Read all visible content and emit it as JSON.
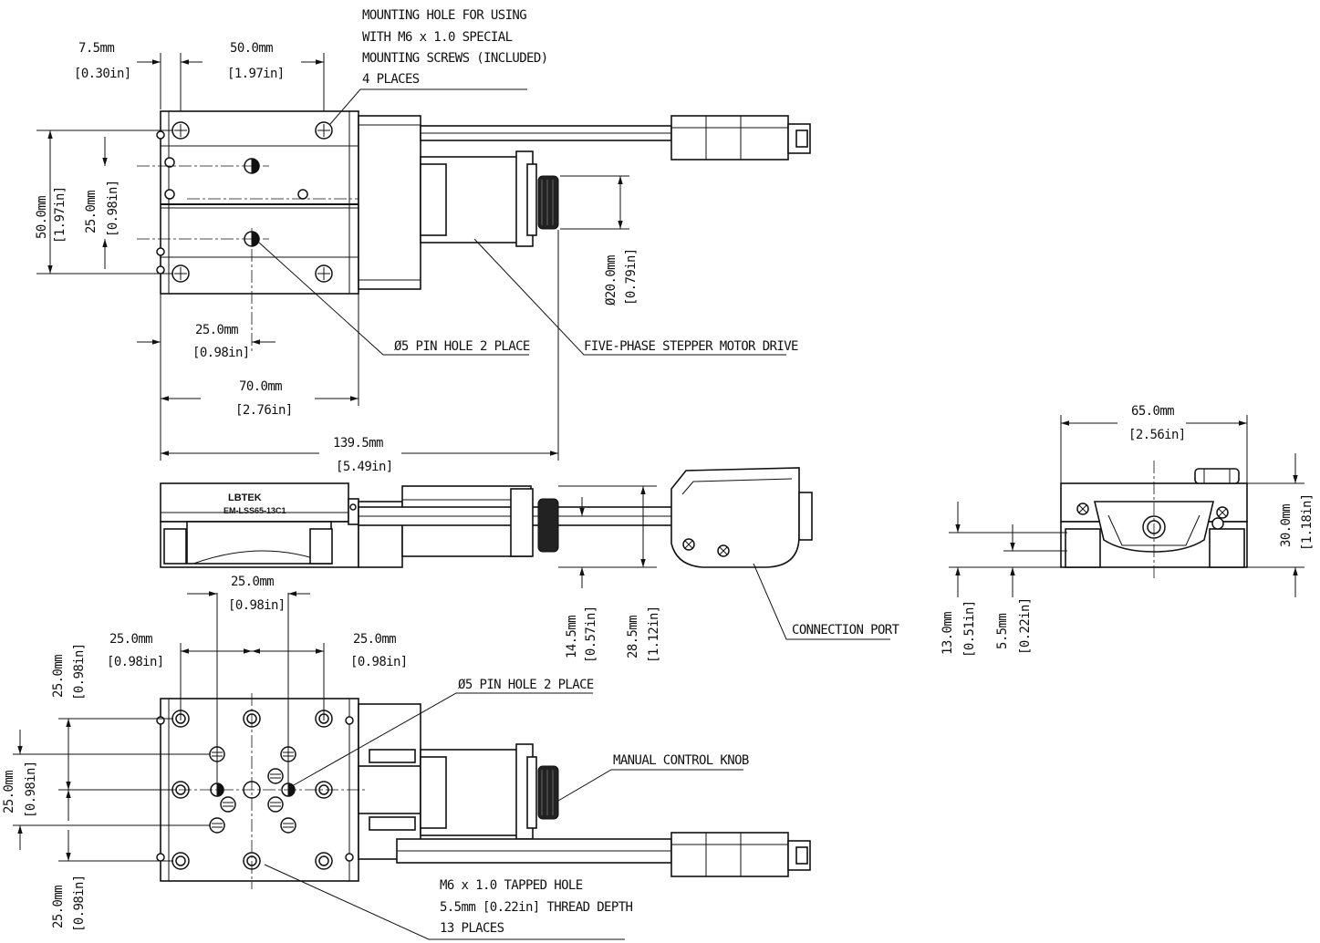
{
  "annotations": {
    "mount_hole_1": "MOUNTING HOLE FOR USING",
    "mount_hole_2": "WITH M6 x 1.0 SPECIAL",
    "mount_hole_3": "MOUNTING SCREWS (INCLUDED)",
    "mount_hole_4": "4 PLACES",
    "pin_hole_top": "Ø5 PIN HOLE 2 PLACE",
    "motor_drive": "FIVE-PHASE STEPPER MOTOR DRIVE",
    "connection_port": "CONNECTION PORT",
    "pin_hole_bottom": "Ø5 PIN HOLE 2 PLACE",
    "manual_knob": "MANUAL CONTROL KNOB",
    "tapped_1": "M6 x 1.0 TAPPED HOLE",
    "tapped_2": "5.5mm [0.22in] THREAD DEPTH",
    "tapped_3": "13 PLACES"
  },
  "product": {
    "brand": "LBTEK",
    "model": "EM-LSS65-13C1"
  },
  "dimensions": {
    "top_7_5_mm": "7.5mm",
    "top_7_5_in": "[0.30in]",
    "top_50_mm": "50.0mm",
    "top_50_in": "[1.97in]",
    "left_50_mm": "50.0mm",
    "left_50_in": "[1.97in]",
    "left_25_mm": "25.0mm",
    "left_25_in": "[0.98in]",
    "mid_25_mm": "25.0mm",
    "mid_25_in": "[0.98in]",
    "width_70_mm": "70.0mm",
    "width_70_in": "[2.76in]",
    "total_139_mm": "139.5mm",
    "total_139_in": "[5.49in]",
    "dia_20_mm": "Ø20.0mm",
    "dia_20_in": "[0.79in]",
    "side_14_mm": "14.5mm",
    "side_14_in": "[0.57in]",
    "side_28_mm": "28.5mm",
    "side_28_in": "[1.12in]",
    "bot_top25_mm": "25.0mm",
    "bot_top25_in": "[0.98in]",
    "bot_l25_mm": "25.0mm",
    "bot_l25_in": "[0.98in]",
    "bot_r25_mm": "25.0mm",
    "bot_r25_in": "[0.98in]",
    "bot_v1_mm": "25.0mm",
    "bot_v1_in": "[0.98in]",
    "bot_v2_mm": "25.0mm",
    "bot_v2_in": "[0.98in]",
    "bot_v3_mm": "25.0mm",
    "bot_v3_in": "[0.98in]",
    "end_65_mm": "65.0mm",
    "end_65_in": "[2.56in]",
    "end_30_mm": "30.0mm",
    "end_30_in": "[1.18in]",
    "end_13_mm": "13.0mm",
    "end_13_in": "[0.51in]",
    "end_5_5_mm": "5.5mm",
    "end_5_5_in": "[0.22in]"
  }
}
